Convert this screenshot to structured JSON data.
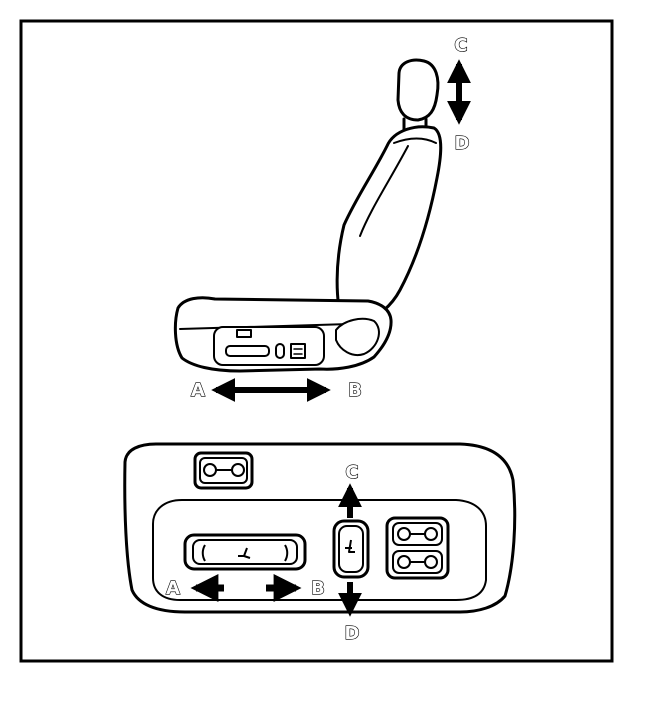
{
  "labels": {
    "seat_forward": "A",
    "seat_rearward": "B",
    "headrest_up": "C",
    "headrest_down": "D",
    "panel_forward": "A",
    "panel_rearward": "B",
    "panel_up": "C",
    "panel_down": "D"
  },
  "colors": {
    "line": "#000000",
    "background": "#ffffff"
  }
}
